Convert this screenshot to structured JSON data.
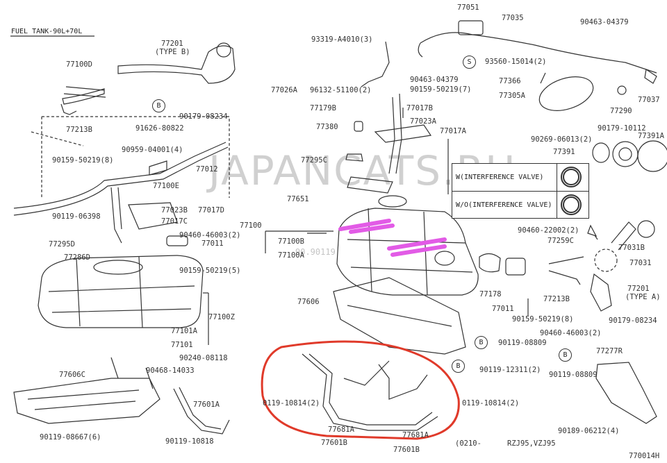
{
  "header": {
    "title": "FUEL TANK-90L+70L",
    "diagram_code": "770014H",
    "production": "(0210-",
    "models": "RZJ95,VZJ95"
  },
  "legend": {
    "with_valve": "W(INTERFERENCE VALVE)",
    "without_valve": "W/O(INTERFERENCE VALVE)"
  },
  "watermark": {
    "text": "JAPANCATS.RU",
    "partial": "90.90119"
  },
  "callout_letter": {
    "b": "B",
    "s": "S"
  },
  "highlight_colors": {
    "red_circle": "#e03a2a",
    "magenta_marks": "#e25be6"
  },
  "labels": {
    "p77100d": "77100D",
    "p77201b": "77201",
    "p77201b_type": "(TYPE B)",
    "p77213b": "77213B",
    "p91626": "91626-80822",
    "p90179_08234_a": "90179-08234",
    "p90959": "90959-04001(4)",
    "p90159_50219_8a": "90159-50219(8)",
    "p77012": "77012",
    "p77100e": "77100E",
    "p77023b": "77023B",
    "p77017d": "77017D",
    "p77017c": "77017C",
    "p90460_46003_2a": "90460-46003(2)",
    "p77011_left": "77011",
    "p90159_50219_5": "90159-50219(5)",
    "p90119_06398": "90119-06398",
    "p77295d": "77295D",
    "p77286d": "77286D",
    "p77100z": "77100Z",
    "p77101a": "77101A",
    "p77101": "77101",
    "p90240": "90240-08118",
    "p90468": "90468-14033",
    "p77606c": "77606C",
    "p77601a_left": "77601A",
    "p90119_08667": "90119-08667(6)",
    "p90119_10818": "90119-10818",
    "p93319": "93319-A4010(3)",
    "p77026a": "77026A",
    "p96132": "96132-51100(2)",
    "p77179b": "77179B",
    "p90463_a": "90463-04379",
    "p90159_50219_7": "90159-50219(7)",
    "p77017b": "77017B",
    "p77380": "77380",
    "p77023a": "77023A",
    "p77017a": "77017A",
    "p77295c": "77295C",
    "p77651": "77651",
    "p77100": "77100",
    "p77100b": "77100B",
    "p77100a": "77100A",
    "p77606": "77606",
    "p77051": "77051",
    "p77035": "77035",
    "p90463_b": "90463-04379",
    "p93560": "93560-15014(2)",
    "p77366": "77366",
    "p77305a": "77305A",
    "p77037": "77037",
    "p77290": "77290",
    "p90269": "90269-06013(2)",
    "p90179_10112": "90179-10112",
    "p77391": "77391",
    "p77391a": "77391A",
    "p90460_22002": "90460-22002(2)",
    "p77259c": "77259C",
    "p77031b": "77031B",
    "p77031": "77031",
    "p77178": "77178",
    "p77011_right": "77011",
    "p77213b_right": "77213B",
    "p77201a": "77201",
    "p77201a_type": "(TYPE A)",
    "p90159_50219_8b": "90159-50219(8)",
    "p90179_08234_b": "90179-08234",
    "p90460_46003_2b": "90460-46003(2)",
    "p90119_08809_a": "90119-08809",
    "p90119_12311": "90119-12311(2)",
    "p90119_08809_b": "90119-08809",
    "p77277r": "77277R",
    "p90189": "90189-06212(4)",
    "p0119_10814_left": "0119-10814(2)",
    "p0119_10814_right": "0119-10814(2)",
    "p77681a_left": "77681A",
    "p77681a_right": "77681A",
    "p77601b_left": "77601B",
    "p77601b_right": "77601B"
  }
}
